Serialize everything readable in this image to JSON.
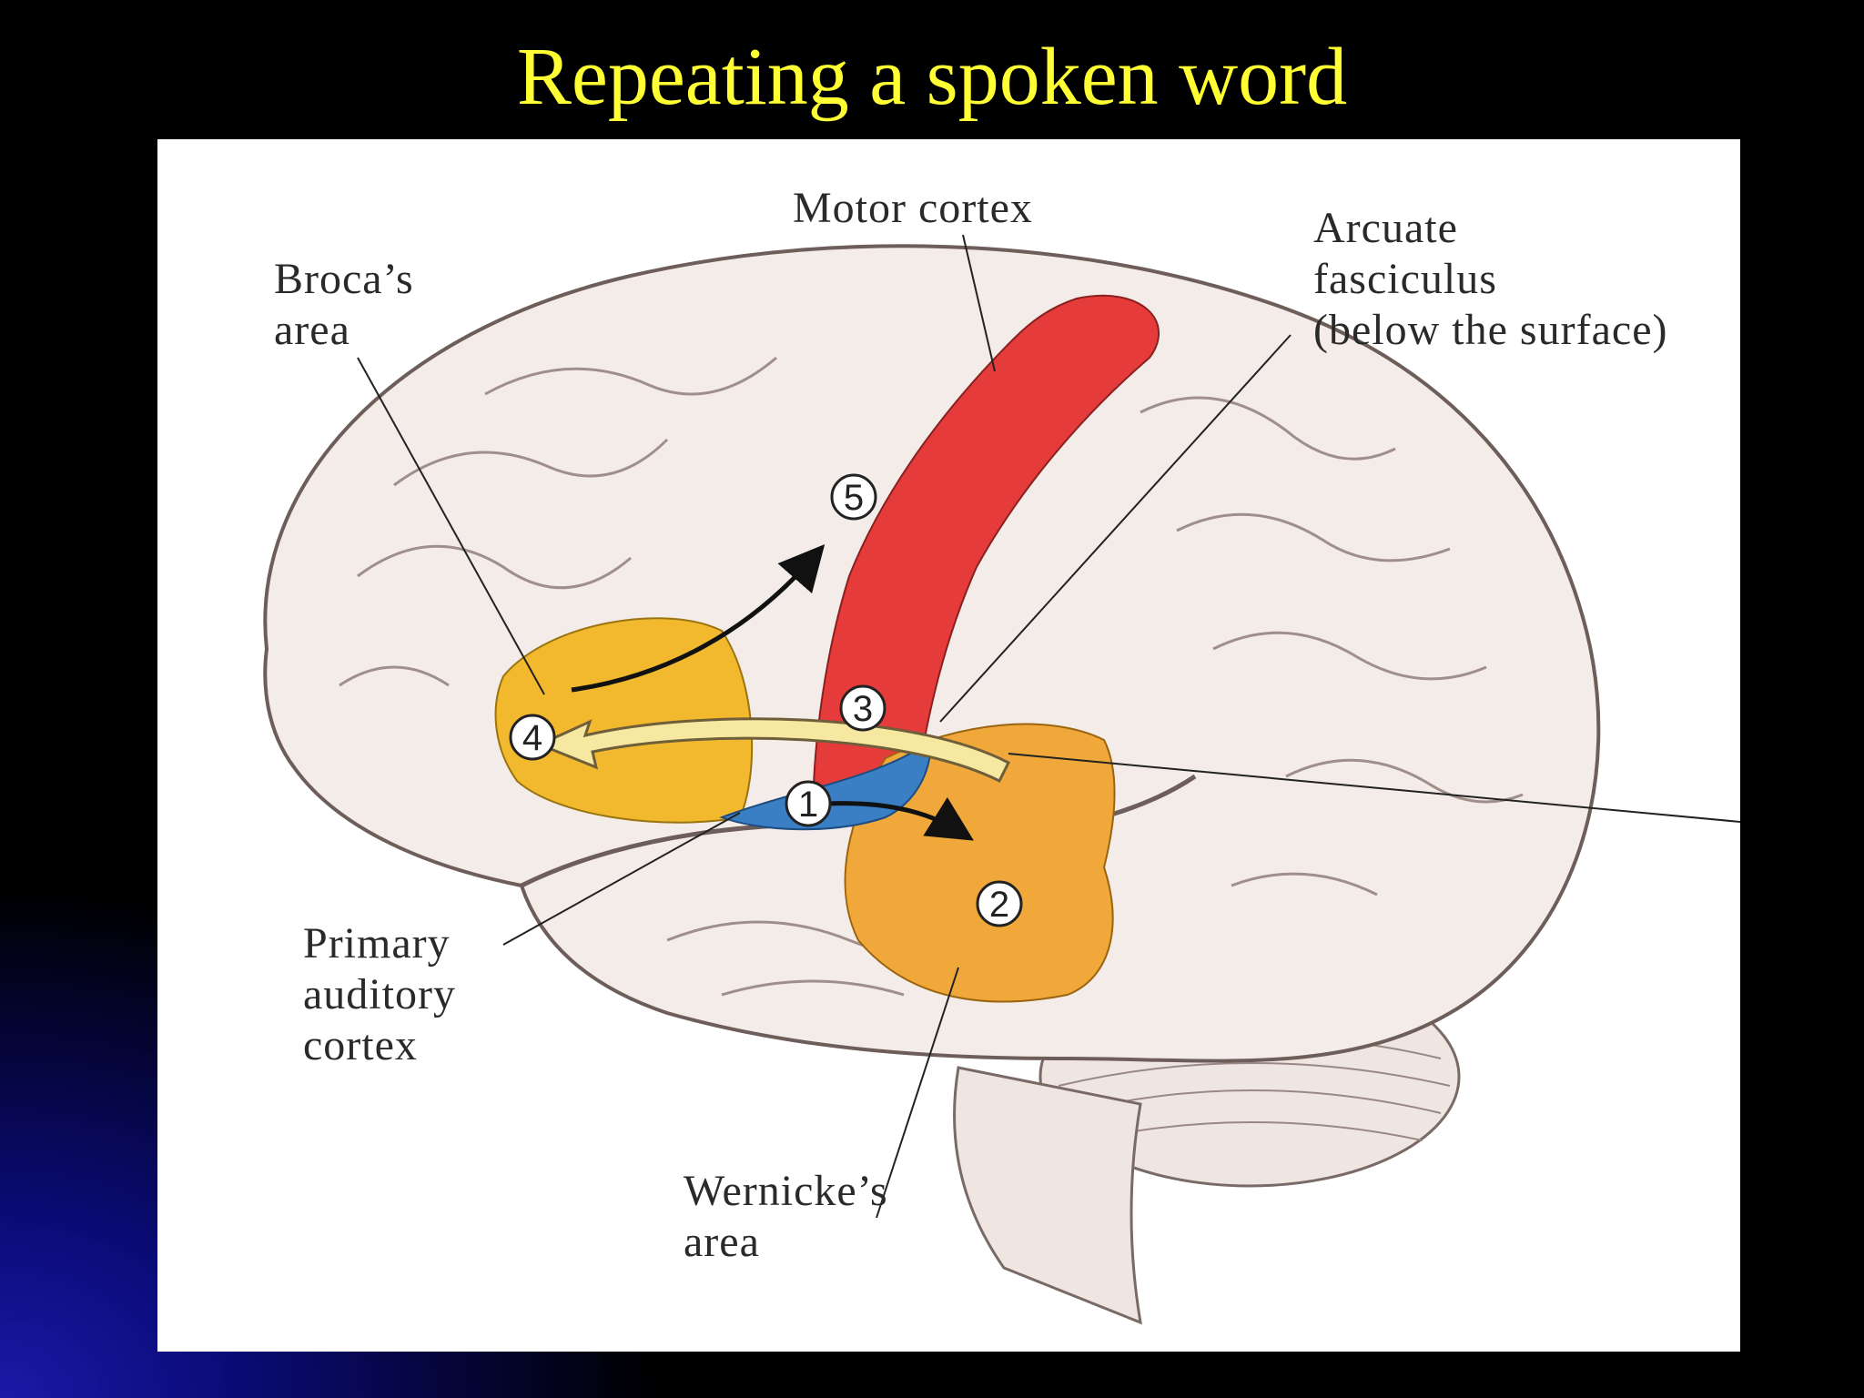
{
  "title": "Repeating a spoken word",
  "labels": {
    "motor_cortex": "Motor cortex",
    "arcuate_line1": "Arcuate",
    "arcuate_line2": "fasciculus",
    "arcuate_line3": "(below the surface)",
    "broca_line1": "Broca’s",
    "broca_line2": "area",
    "auditory_line1": "Primary",
    "auditory_line2": "auditory",
    "auditory_line3": "cortex",
    "wernicke_line1": "Wernicke’s",
    "wernicke_line2": "area"
  },
  "steps": [
    "1",
    "2",
    "3",
    "4",
    "5"
  ],
  "colors": {
    "background": "#000000",
    "title": "#ffff33",
    "motor_cortex": "#e63b3b",
    "broca": "#f2b92e",
    "wernicke": "#f0a83a",
    "auditory": "#3a7fc4",
    "arcuate": "#f6e8a0",
    "brain": "#f3ece8"
  }
}
